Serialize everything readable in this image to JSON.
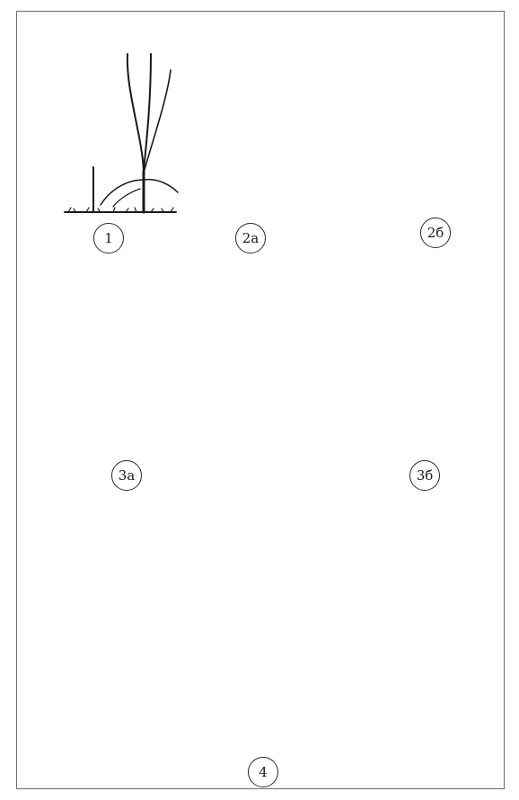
{
  "figure": {
    "ink_color": "#1a1a1a",
    "labels": {
      "stage1": "1",
      "stage2a": "2а",
      "stage2b": "2б",
      "stage3a": "3а",
      "stage3b": "3б",
      "stage4": "4"
    }
  }
}
